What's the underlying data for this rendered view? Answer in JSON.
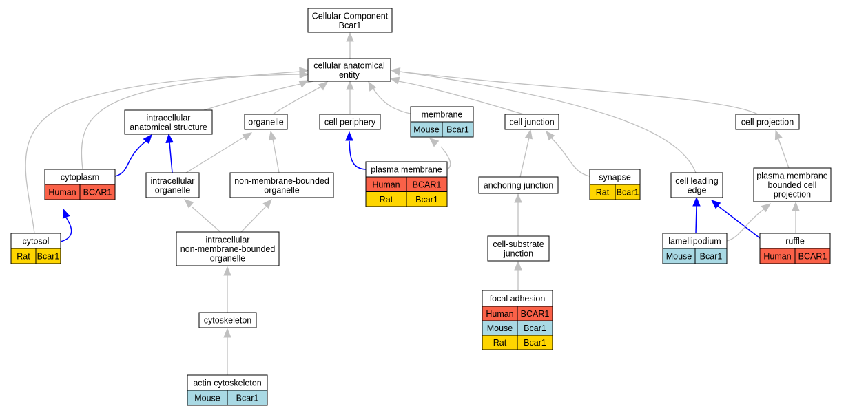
{
  "colors": {
    "human": "#fa6148",
    "mouse": "#a9d9e4",
    "rat": "#fed500",
    "edge_is_a": "#c0c0c0",
    "edge_part_of": "#0000ff"
  },
  "nodes": {
    "root": {
      "lines": [
        "Cellular Component",
        "Bcar1"
      ]
    },
    "cae": {
      "lines": [
        "cellular anatomical",
        "entity"
      ]
    },
    "ias": {
      "lines": [
        "intracellular",
        "anatomical structure"
      ]
    },
    "organelle": {
      "lines": [
        "organelle"
      ]
    },
    "periphery": {
      "lines": [
        "cell periphery"
      ]
    },
    "membrane": {
      "lines": [
        "membrane"
      ],
      "rows": [
        {
          "species": "Mouse",
          "gene": "Bcar1"
        }
      ]
    },
    "junction": {
      "lines": [
        "cell junction"
      ]
    },
    "projection": {
      "lines": [
        "cell projection"
      ]
    },
    "cytoplasm": {
      "lines": [
        "cytoplasm"
      ],
      "rows": [
        {
          "species": "Human",
          "gene": "BCAR1"
        }
      ]
    },
    "ic_organelle": {
      "lines": [
        "intracellular",
        "organelle"
      ]
    },
    "nmb_organelle": {
      "lines": [
        "non-membrane-bounded",
        "organelle"
      ]
    },
    "plasma": {
      "lines": [
        "plasma membrane"
      ],
      "rows": [
        {
          "species": "Human",
          "gene": "BCAR1"
        },
        {
          "species": "Rat",
          "gene": "Bcar1"
        }
      ]
    },
    "anchoring": {
      "lines": [
        "anchoring junction"
      ]
    },
    "synapse": {
      "lines": [
        "synapse"
      ],
      "rows": [
        {
          "species": "Rat",
          "gene": "Bcar1"
        }
      ]
    },
    "leading": {
      "lines": [
        "cell leading",
        "edge"
      ]
    },
    "pmbcp": {
      "lines": [
        "plasma membrane",
        "bounded cell",
        "projection"
      ]
    },
    "cytosol": {
      "lines": [
        "cytosol"
      ],
      "rows": [
        {
          "species": "Rat",
          "gene": "Bcar1"
        }
      ]
    },
    "icnmb": {
      "lines": [
        "intracellular",
        "non-membrane-bounded",
        "organelle"
      ]
    },
    "substrate": {
      "lines": [
        "cell-substrate",
        "junction"
      ]
    },
    "lamellipodium": {
      "lines": [
        "lamellipodium"
      ],
      "rows": [
        {
          "species": "Mouse",
          "gene": "Bcar1"
        }
      ]
    },
    "ruffle": {
      "lines": [
        "ruffle"
      ],
      "rows": [
        {
          "species": "Human",
          "gene": "BCAR1"
        }
      ]
    },
    "cytoskeleton": {
      "lines": [
        "cytoskeleton"
      ]
    },
    "focal": {
      "lines": [
        "focal adhesion"
      ],
      "rows": [
        {
          "species": "Human",
          "gene": "BCAR1"
        },
        {
          "species": "Mouse",
          "gene": "Bcar1"
        },
        {
          "species": "Rat",
          "gene": "Bcar1"
        }
      ]
    },
    "actin": {
      "lines": [
        "actin cytoskeleton"
      ],
      "rows": [
        {
          "species": "Mouse",
          "gene": "Bcar1"
        }
      ]
    }
  },
  "edges": [
    {
      "from": "cae",
      "to": "root",
      "type": "is_a"
    },
    {
      "from": "ias",
      "to": "cae",
      "type": "is_a"
    },
    {
      "from": "organelle",
      "to": "cae",
      "type": "is_a"
    },
    {
      "from": "periphery",
      "to": "cae",
      "type": "is_a"
    },
    {
      "from": "membrane",
      "to": "cae",
      "type": "is_a"
    },
    {
      "from": "junction",
      "to": "cae",
      "type": "is_a"
    },
    {
      "from": "projection",
      "to": "cae",
      "type": "is_a"
    },
    {
      "from": "cytoplasm",
      "to": "cae",
      "type": "is_a"
    },
    {
      "from": "cytosol",
      "to": "cae",
      "type": "is_a"
    },
    {
      "from": "leading",
      "to": "cae",
      "type": "is_a"
    },
    {
      "from": "cytoplasm",
      "to": "ias",
      "type": "part_of"
    },
    {
      "from": "ic_organelle",
      "to": "ias",
      "type": "part_of"
    },
    {
      "from": "ic_organelle",
      "to": "organelle",
      "type": "is_a"
    },
    {
      "from": "nmb_organelle",
      "to": "organelle",
      "type": "is_a"
    },
    {
      "from": "plasma",
      "to": "periphery",
      "type": "part_of"
    },
    {
      "from": "plasma",
      "to": "membrane",
      "type": "is_a"
    },
    {
      "from": "anchoring",
      "to": "junction",
      "type": "is_a"
    },
    {
      "from": "synapse",
      "to": "junction",
      "type": "is_a"
    },
    {
      "from": "pmbcp",
      "to": "projection",
      "type": "is_a"
    },
    {
      "from": "cytosol",
      "to": "cytoplasm",
      "type": "part_of"
    },
    {
      "from": "icnmb",
      "to": "ic_organelle",
      "type": "is_a"
    },
    {
      "from": "icnmb",
      "to": "nmb_organelle",
      "type": "is_a"
    },
    {
      "from": "substrate",
      "to": "anchoring",
      "type": "is_a"
    },
    {
      "from": "lamellipodium",
      "to": "leading",
      "type": "part_of"
    },
    {
      "from": "ruffle",
      "to": "leading",
      "type": "part_of"
    },
    {
      "from": "lamellipodium",
      "to": "pmbcp",
      "type": "is_a"
    },
    {
      "from": "ruffle",
      "to": "pmbcp",
      "type": "is_a"
    },
    {
      "from": "cytoskeleton",
      "to": "icnmb",
      "type": "is_a"
    },
    {
      "from": "focal",
      "to": "substrate",
      "type": "is_a"
    },
    {
      "from": "actin",
      "to": "cytoskeleton",
      "type": "is_a"
    }
  ]
}
